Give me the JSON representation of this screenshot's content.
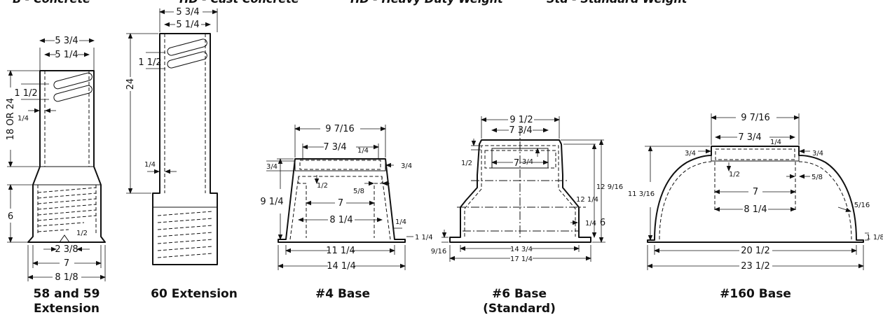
{
  "header": {
    "col1": "B - Concrete",
    "col2": "HD - Cast Concrete",
    "col3": "HD - Heavy Duty Weight",
    "col4": "Std - Standard Weight"
  },
  "captions": {
    "ext58_line1": "58 and 59",
    "ext58_line2": "Extension",
    "ext60": "60 Extension",
    "base4": "#4 Base",
    "base6_line1": "#6 Base",
    "base6_line2": "(Standard)",
    "base160": "#160 Base"
  },
  "dims": {
    "e58_top_outer": "5 3/4",
    "e58_top_inner": "5 1/4",
    "e58_height": "18 OR 24",
    "e58_slot": "1 1/2",
    "e58_wall": "1/4",
    "e58_bottom_h": "6",
    "e58_notch": "1/2",
    "e58_foot_a": "2 3/8",
    "e58_foot_b": "7",
    "e58_foot_c": "8 1/8",
    "e60_top_outer": "5 3/4",
    "e60_top_inner": "5 1/4",
    "e60_height": "24",
    "e60_slot": "1 1/2",
    "e60_wall": "1/4",
    "b4_top_outer": "9 7/16",
    "b4_top_inner": "7 3/4",
    "b4_top_t": "1/4",
    "b4_lip_l": "3/4",
    "b4_lip_r": "3/4",
    "b4_height": "9 1/4",
    "b4_step": "1/2",
    "b4_side": "5/8",
    "b4_inner_a": "7",
    "b4_inner_b": "8 1/4",
    "b4_base_t": "1/4",
    "b4_base_r": "1 1/4",
    "b4_base_a": "11 1/4",
    "b4_base_b": "14 1/4",
    "b6_top_outer": "9 1/2",
    "b6_top_inner": "7 3/4",
    "b6_lip": "1/2",
    "b6_inner": "7",
    "b6_t": "3/4",
    "b6_h_outer": "12 9/16",
    "b6_h_inner": "12 1/4",
    "b6_wall": "1/4",
    "b6_step": "6",
    "b6_foot_t": "9/16",
    "b6_base_a": "14 3/4",
    "b6_base_b": "17 1/4",
    "b160_top_outer": "9 7/16",
    "b160_top_inner": "7 3/4",
    "b160_top_t": "1/4",
    "b160_lip_l": "3/4",
    "b160_lip_r": "3/4",
    "b160_height": "11 3/16",
    "b160_step": "1/2",
    "b160_side": "5/8",
    "b160_inner_a": "7",
    "b160_inner_b": "8 1/4",
    "b160_wall": "5/16",
    "b160_base_r": "1 1/8",
    "b160_base_a": "20 1/2",
    "b160_base_b": "23 1/2"
  }
}
